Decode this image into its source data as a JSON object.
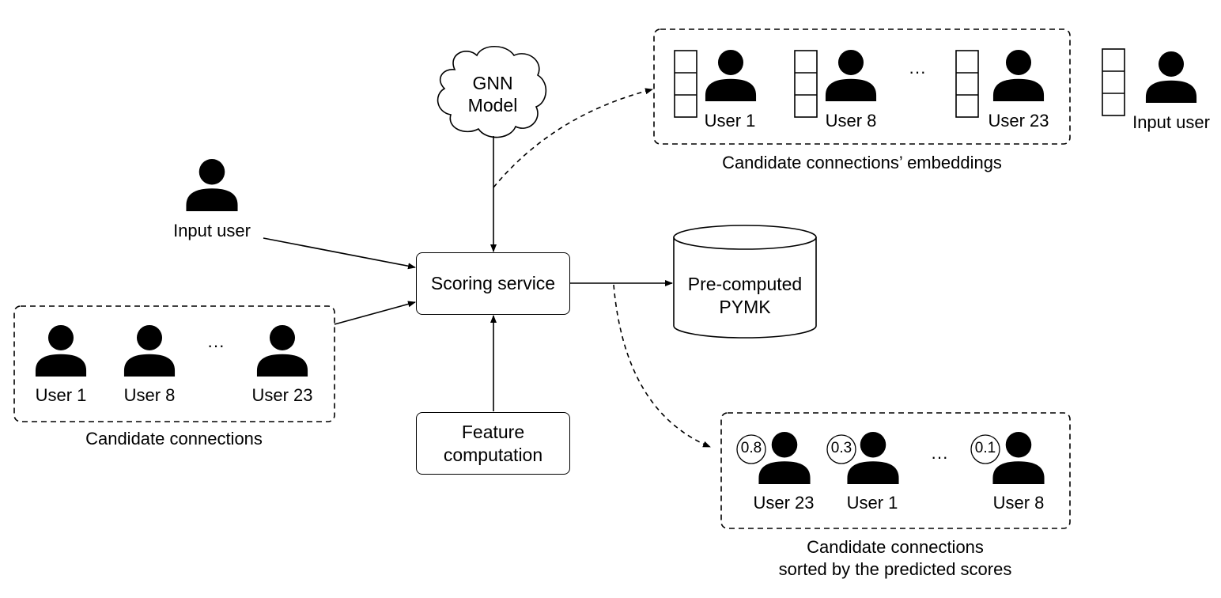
{
  "gnn_model": {
    "line1": "GNN",
    "line2": "Model"
  },
  "scoring_service": {
    "label": "Scoring service"
  },
  "feature_computation": {
    "line1": "Feature",
    "line2": "computation"
  },
  "pymk_store": {
    "line1": "Pre-computed",
    "line2": "PYMK"
  },
  "input_user": {
    "label": "Input user"
  },
  "candidate_connections": {
    "caption": "Candidate connections",
    "users": [
      "User 1",
      "User 8",
      "User 23"
    ],
    "ellipsis": "···"
  },
  "embeddings": {
    "caption": "Candidate connections’ embeddings",
    "users": [
      "User 1",
      "User 8",
      "User 23"
    ],
    "ellipsis": "···",
    "input_user_label": "Input user"
  },
  "sorted": {
    "caption_line1": "Candidate connections",
    "caption_line2": "sorted by the predicted scores",
    "items": [
      {
        "score": "0.8",
        "user": "User 23"
      },
      {
        "score": "0.3",
        "user": "User 1"
      },
      {
        "score": "0.1",
        "user": "User 8"
      }
    ],
    "ellipsis": "···"
  },
  "icons": {
    "person": "person-icon",
    "embedding": "embedding-vector-icon",
    "cloud": "cloud-icon",
    "database": "database-icon"
  }
}
